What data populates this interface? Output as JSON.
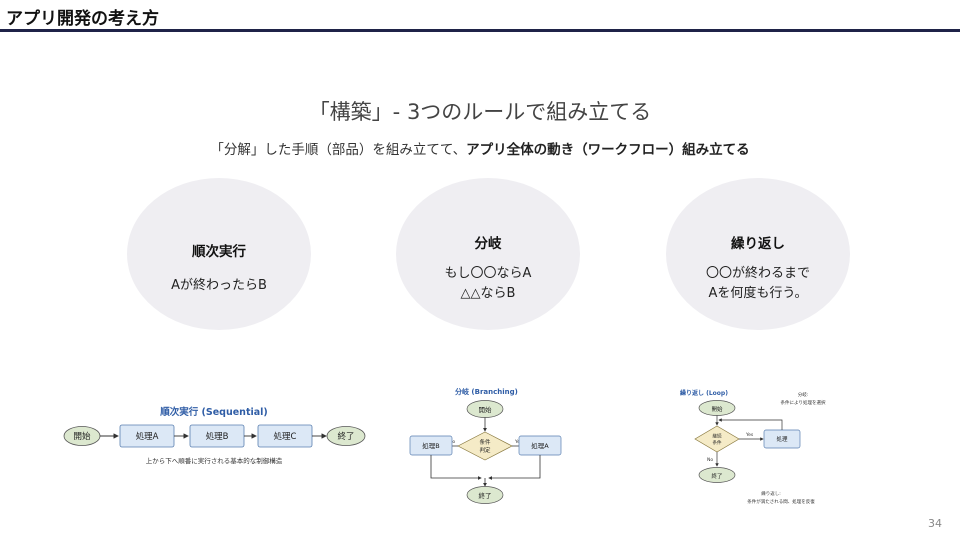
{
  "header": {
    "title": "アプリ開発の考え方"
  },
  "main": {
    "title": "「構築」- 3つのルールで組み立てる",
    "subtitle_normal": "「分解」した手順（部品）を組み立てて、",
    "subtitle_bold": "アプリ全体の動き（ワークフロー）組み立てる"
  },
  "rules": [
    {
      "title": "順次実行",
      "body": [
        "Aが終わったらB"
      ]
    },
    {
      "title": "分岐",
      "body": [
        "もし〇〇ならA",
        "△△ならB"
      ]
    },
    {
      "title": "繰り返し",
      "body": [
        "〇〇が終わるまで",
        "Aを何度も行う。"
      ]
    }
  ],
  "diagrams": {
    "sequential": {
      "title": "順次実行 (Sequential)",
      "start": "開始",
      "steps": [
        "処理A",
        "処理B",
        "処理C"
      ],
      "end": "終了",
      "caption": "上から下へ順番に実行される基本的な制御構造"
    },
    "branching": {
      "title": "分岐 (Branching)",
      "start": "開始",
      "condition": [
        "条件",
        "判定"
      ],
      "no_label": "No",
      "yes_label": "Yes",
      "left": "処理B",
      "right": "処理A",
      "end": "終了"
    },
    "loop": {
      "title": "繰り返し (Loop)",
      "start": "開始",
      "condition": [
        "継続",
        "条件"
      ],
      "yes_label": "Yes",
      "no_label": "No",
      "process": "処理",
      "end": "終了",
      "note": [
        "分岐:",
        "条件により処理を選択"
      ],
      "caption": [
        "繰り返し:",
        "条件が満たされる間、処理を反復"
      ]
    }
  },
  "colors": {
    "header_rule": "#1f2348",
    "circle_bg": "#efeef2",
    "terminal_fill": "#dce8cf",
    "process_fill": "#dce8f6",
    "decision_fill": "#f5ebc7",
    "diagram_title": "#2f5da6"
  },
  "page_number": "34"
}
